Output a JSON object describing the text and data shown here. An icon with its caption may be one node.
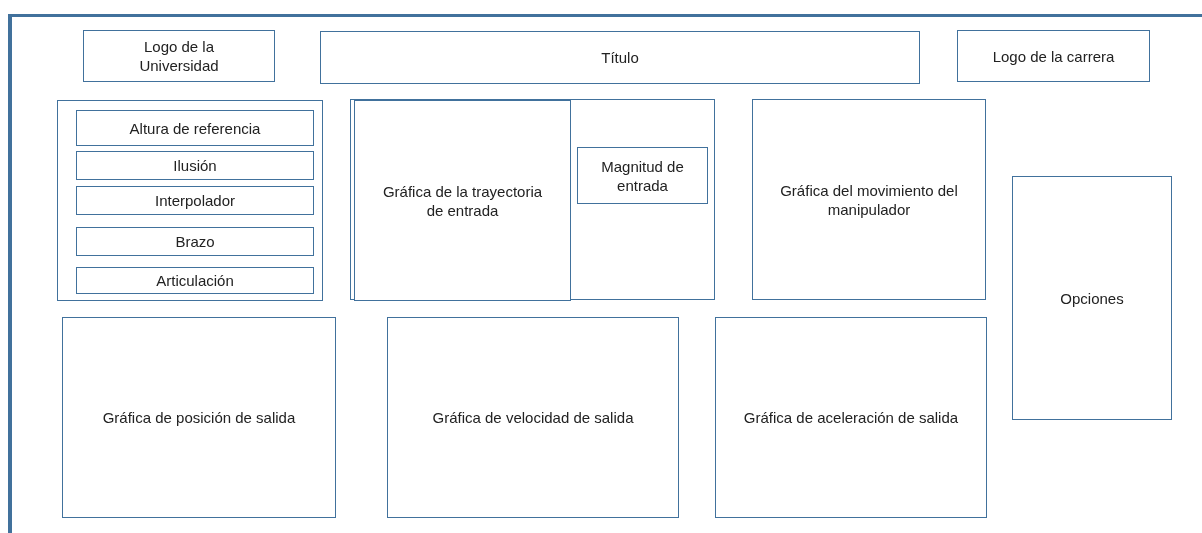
{
  "diagram": {
    "nodes": [
      {
        "text": [
          "Logo de la Universidad"
        ]
      },
      {
        "text": [
          "Título"
        ]
      },
      {
        "text": [
          "Logo de la carrera"
        ]
      },
      {
        "text": [],
        "shape": "box"
      },
      {
        "text": [
          "Altura de referencia"
        ],
        "in": 3
      },
      {
        "text": [
          "Ilusión"
        ],
        "in": 3
      },
      {
        "text": [
          "Interpolador"
        ],
        "in": 3
      },
      {
        "text": [
          "Brazo"
        ],
        "in": 3
      },
      {
        "text": [
          "Articulación"
        ],
        "in": 3
      },
      {
        "text": [],
        "shape": "box"
      },
      {
        "text": [
          "Gráfica de la trayectoria de entrada"
        ],
        "in": 9
      },
      {
        "text": [
          "Magnitud de entrada"
        ],
        "in": 9
      },
      {
        "text": [
          "Gráfica del movimiento del manipulador"
        ]
      },
      {
        "text": [
          "Opciones"
        ]
      },
      {
        "text": [
          "Gráfica de posición de salida"
        ]
      },
      {
        "text": [
          "Gráfica de velocidad de salida"
        ]
      },
      {
        "text": [
          "Gráfica de aceleración de salida"
        ]
      }
    ],
    "edges": []
  }
}
